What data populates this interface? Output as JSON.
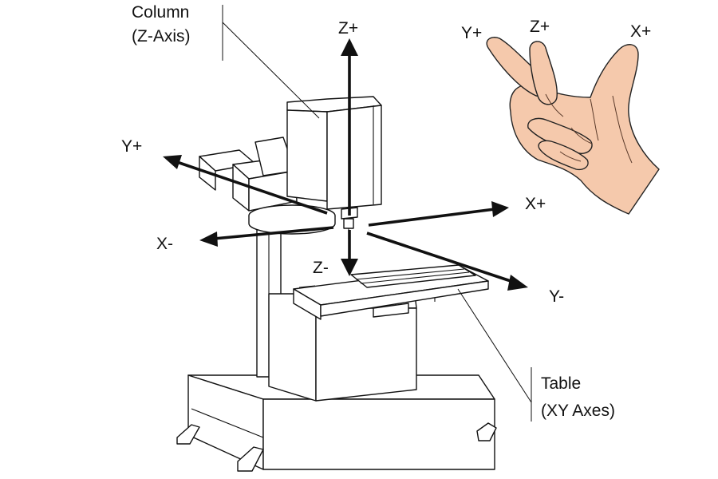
{
  "labels": {
    "column_line1": "Column",
    "column_line2": "(Z-Axis)",
    "table_line1": "Table",
    "table_line2": "(XY Axes)"
  },
  "machine_axes": {
    "z_plus": "Z+",
    "z_minus": "Z-",
    "y_plus": "Y+",
    "y_minus": "Y-",
    "x_plus": "X+",
    "x_minus": "X-"
  },
  "hand_axes": {
    "y_plus": "Y+",
    "z_plus": "Z+",
    "x_plus": "X+"
  }
}
